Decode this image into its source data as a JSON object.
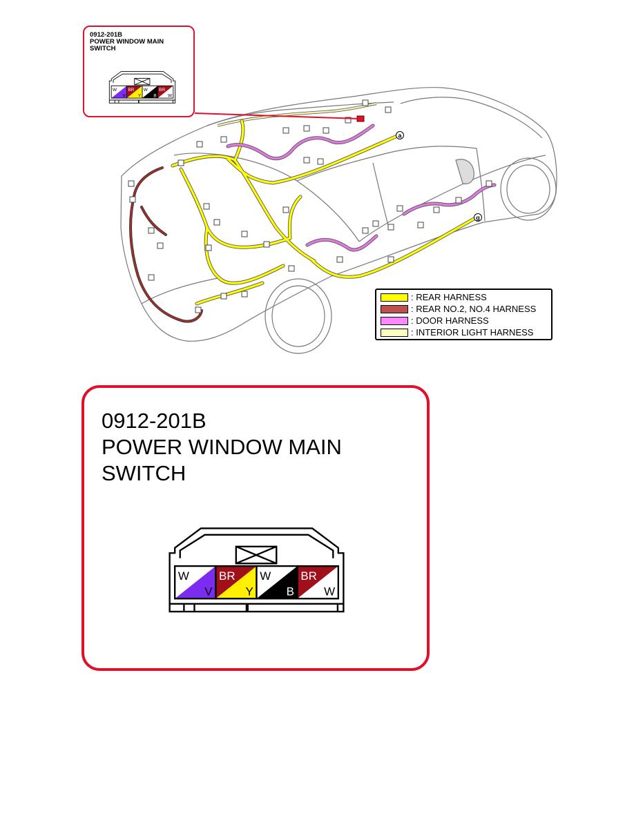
{
  "connector": {
    "code": "0912-201B",
    "name_line1": "POWER WINDOW MAIN",
    "name_line2": "SWITCH",
    "terminals": [
      {
        "top": "W",
        "bottom": "V",
        "top_color": "#ffffff",
        "bottom_color": "#7b2cf0"
      },
      {
        "top": "BR",
        "bottom": "Y",
        "top_color": "#a0101a",
        "bottom_color": "#ffef00"
      },
      {
        "top": "W",
        "bottom": "B",
        "top_color": "#ffffff",
        "bottom_color": "#000000"
      },
      {
        "top": "BR",
        "bottom": "W",
        "top_color": "#a0101a",
        "bottom_color": "#ffffff"
      }
    ]
  },
  "callouts": {
    "a": "a",
    "g": "g"
  },
  "legend": [
    {
      "label": ": REAR HARNESS",
      "color": "#ffff00"
    },
    {
      "label": ": REAR NO.2, NO.4 HARNESS",
      "color": "#c0504d"
    },
    {
      "label": ": DOOR HARNESS",
      "color": "#ff88ff"
    },
    {
      "label": ": INTERIOR LIGHT HARNESS",
      "color": "#ffffc0"
    }
  ],
  "colors": {
    "frame_red": "#e0102a",
    "rear_harness": "#ffff00",
    "rear_no2_harness": "#a0302a",
    "door_harness": "#e07ae0",
    "interior_light": "#f3f0b0"
  }
}
